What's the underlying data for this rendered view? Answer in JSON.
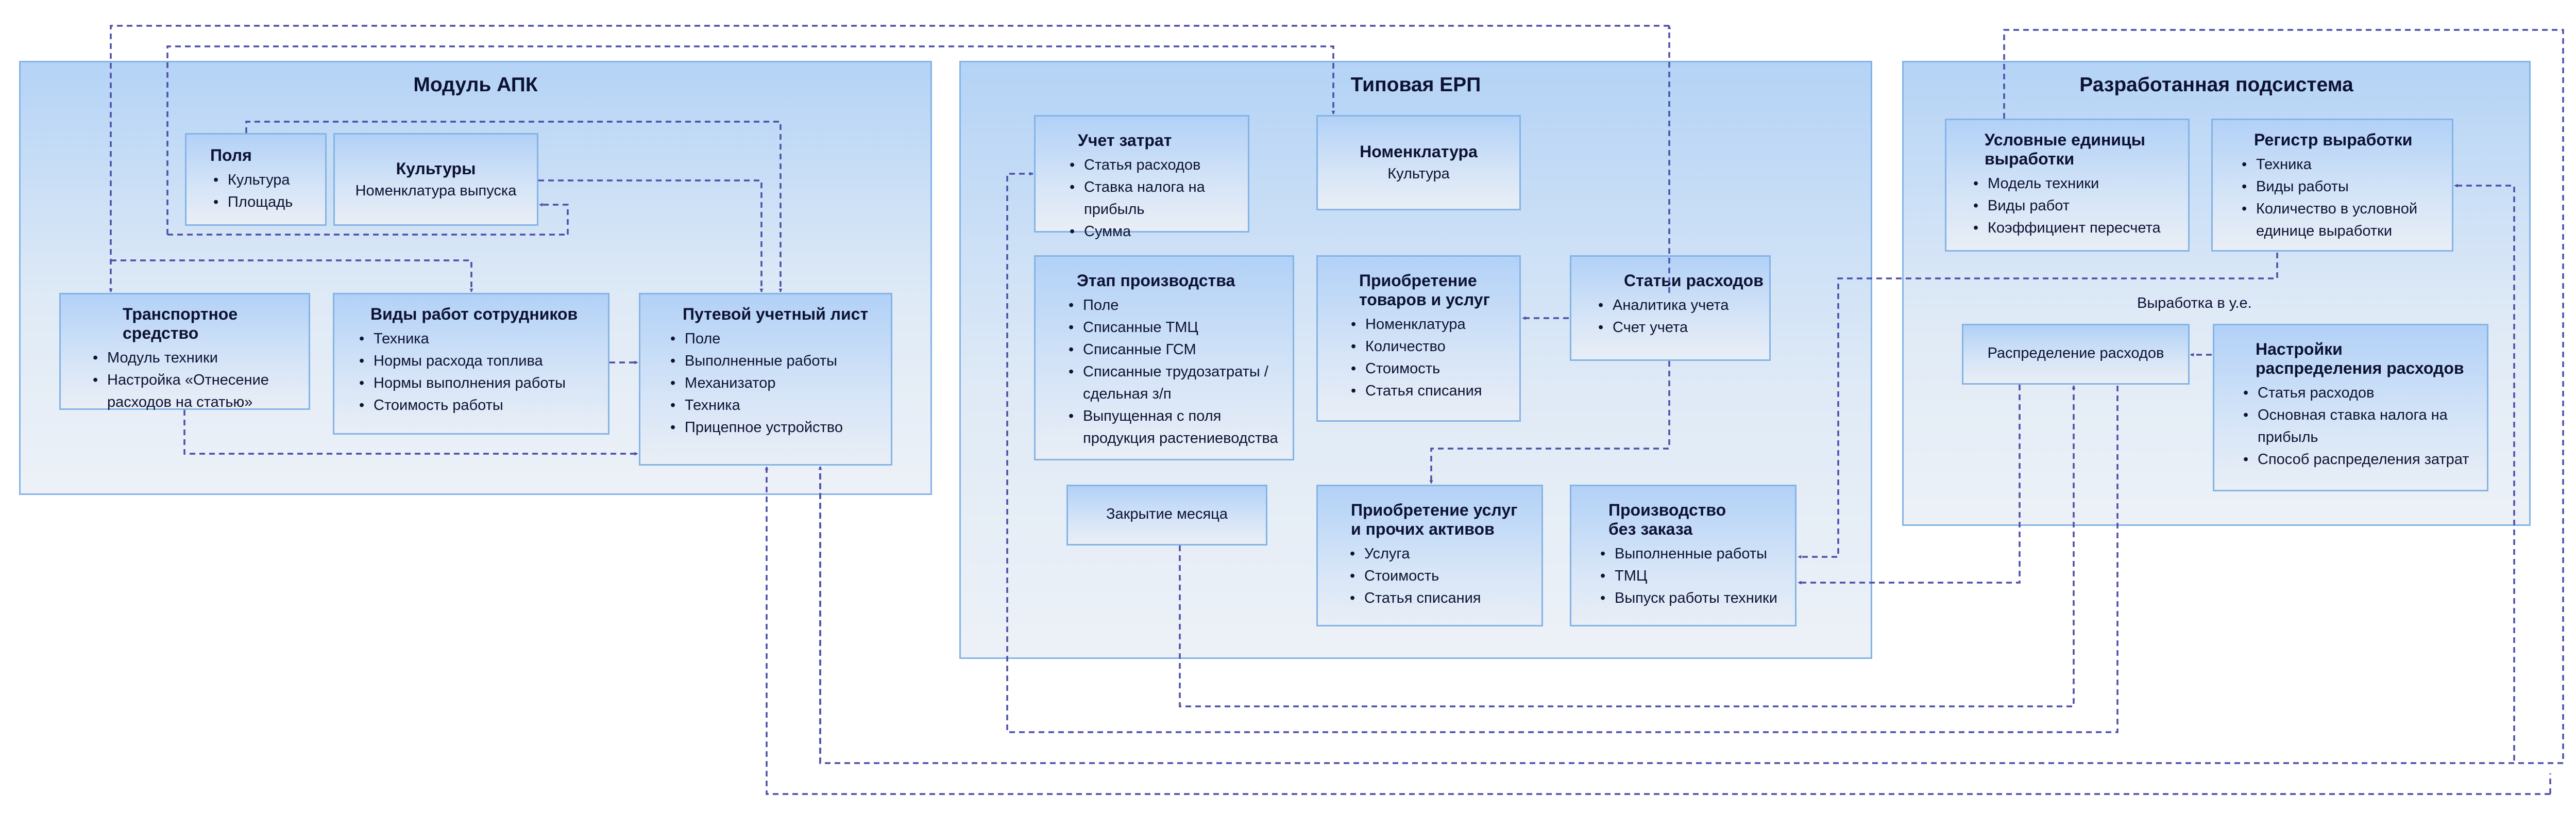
{
  "regions": {
    "apk": {
      "title": "Модуль АПК"
    },
    "erp": {
      "title": "Типовая ЕРП"
    },
    "sub": {
      "title": "Разработанная подсистема"
    }
  },
  "apk": {
    "fields": {
      "title": "Поля",
      "items": [
        "Культура",
        "Площадь"
      ]
    },
    "crops": {
      "title": "Культуры",
      "subtitle": "Номенклатура выпуска"
    },
    "vehicle": {
      "title": "Транспортное средство",
      "items": [
        "Модуль техники",
        "Настройка «Отнесение\nрасходов на статью»"
      ]
    },
    "work_types": {
      "title": "Виды работ сотрудников",
      "items": [
        "Техника",
        "Нормы расхода топлива",
        "Нормы выполнения работы",
        "Стоимость работы"
      ]
    },
    "waybill": {
      "title": "Путевой учетный лист",
      "items": [
        "Поле",
        "Выполненные работы",
        "Механизатор",
        "Техника",
        "Прицепное устройство"
      ]
    }
  },
  "erp": {
    "cost_accounting": {
      "title": "Учет затрат",
      "items": [
        "Статья расходов",
        "Ставка налога на прибыль",
        "Сумма"
      ]
    },
    "nomenclature": {
      "title": "Номенклатура",
      "subtitle": "Культура"
    },
    "production_stage": {
      "title": "Этап производства",
      "items": [
        "Поле",
        "Списанные ТМЦ",
        "Списанные ГСМ",
        "Списанные трудозатраты /\nсдельная з/п",
        "Выпущенная с поля\nпродукция растениеводства"
      ]
    },
    "goods_purchase": {
      "title": "Приобретение\nтоваров и услуг",
      "items": [
        "Номенклатура",
        "Количество",
        "Стоимость",
        "Статья списания"
      ]
    },
    "expense_items": {
      "title": "Статьи расходов",
      "items": [
        "Аналитика учета",
        "Счет учета"
      ]
    },
    "month_close": {
      "subtitle": "Закрытие месяца"
    },
    "services_purchase": {
      "title": "Приобретение услуг\nи прочих активов",
      "items": [
        "Услуга",
        "Стоимость",
        "Статья списания"
      ]
    },
    "production_no_order": {
      "title": "Производство\nбез заказа",
      "items": [
        "Выполненные работы",
        "ТМЦ",
        "Выпуск работы техники"
      ]
    }
  },
  "sub": {
    "conditional_units": {
      "title": "Условные единицы\nвыработки",
      "items": [
        "Модель техники",
        "Виды работ",
        "Коэффициент пересчета"
      ]
    },
    "output_register": {
      "title": "Регистр выработки",
      "items": [
        "Техника",
        "Виды работы",
        "Количество в условной\nединице выработки"
      ]
    },
    "output_label": "Выработка в у.е.",
    "cost_distribution": {
      "subtitle": "Распределение расходов"
    },
    "distribution_settings": {
      "title": "Настройки\nраспределения расходов",
      "items": [
        "Статья расходов",
        "Основная ставка налога на\nприбыль",
        "Способ распределения затрат"
      ]
    }
  },
  "colors": {
    "connector": "#4b4fa8",
    "border": "#84b4e6"
  }
}
